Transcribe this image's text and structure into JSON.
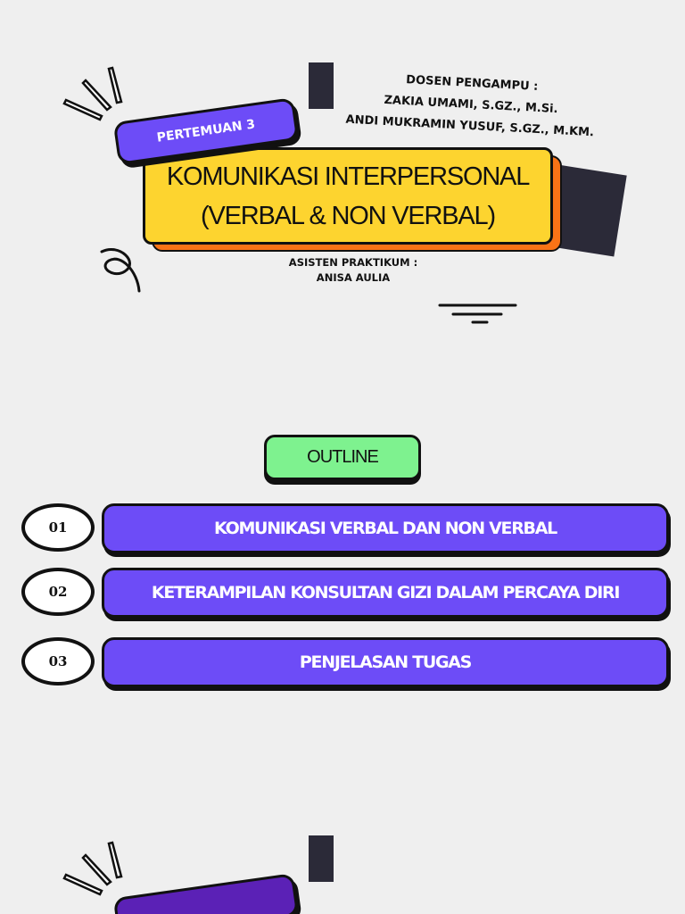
{
  "slide1": {
    "dosen": {
      "heading": "DOSEN PENGAMPU :",
      "name1": "ZAKIA UMAMI, S.GZ., M.Si.",
      "name2": "ANDI MUKRAMIN YUSUF, S.GZ., M.KM."
    },
    "pertemuan": "PERTEMUAN 3",
    "title_line1": "KOMUNIKASI INTERPERSONAL",
    "title_line2": "(VERBAL & NON VERBAL)",
    "asisten": {
      "heading": "ASISTEN PRAKTIKUM :",
      "name": "ANISA AULIA"
    }
  },
  "slide2": {
    "outline_label": "OUTLINE",
    "items": [
      {
        "num": "01",
        "label": "KOMUNIKASI VERBAL DAN NON VERBAL"
      },
      {
        "num": "02",
        "label": "KETERAMPILAN KONSULTAN GIZI DALAM PERCAYA DIRI"
      },
      {
        "num": "03",
        "label": "PENJELASAN TUGAS"
      }
    ]
  },
  "colors": {
    "background": "#efefef",
    "purple": "#6d4cf7",
    "yellow": "#fdd42f",
    "orange": "#f97316",
    "green": "#7ef28f",
    "dark": "#2b2a38"
  }
}
